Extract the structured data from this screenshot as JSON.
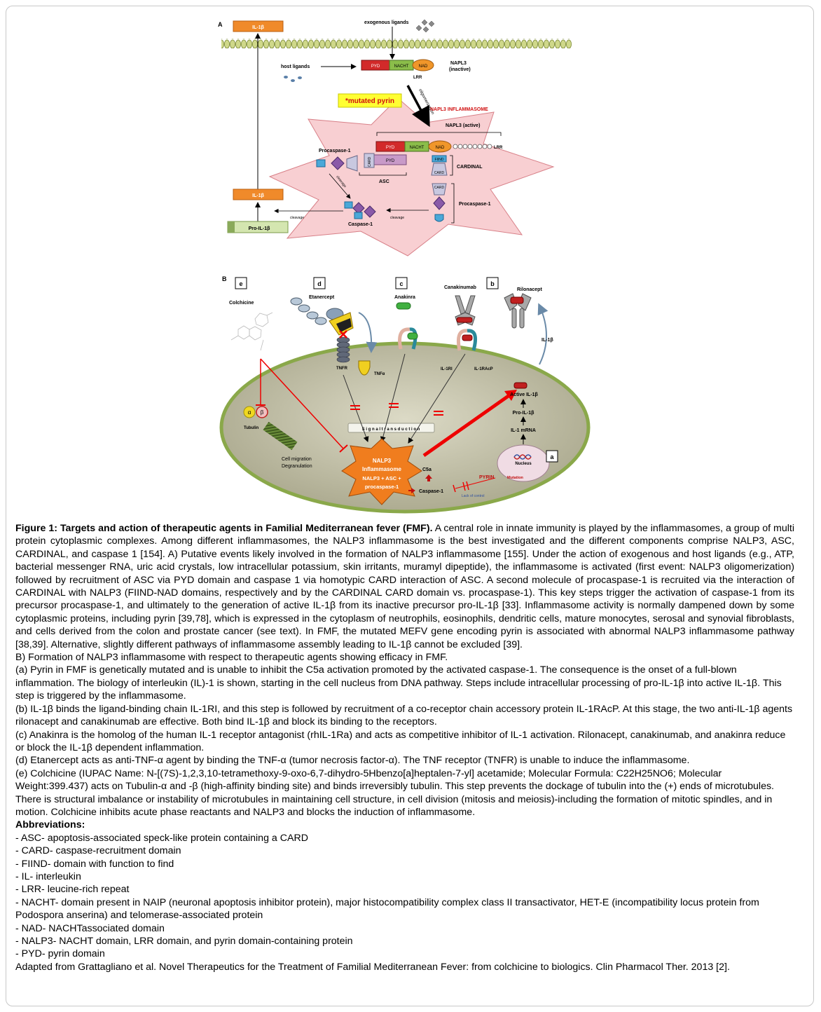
{
  "panel_a": {
    "label": "A",
    "exogenous_ligands": "exogenous ligands",
    "host_ligands": "host ligands",
    "il1b_top": "IL-1β",
    "il1b_mid": "IL-1β",
    "pro_il1b": "Pro-IL-1β",
    "pyd": "PYD",
    "nacht": "NACHT",
    "nad": "NAD",
    "lrr": "LRR",
    "napl3_inactive_1": "NAPL3",
    "napl3_inactive_2": "(inactive)",
    "mutated_pyrin": "*mutated pyrin",
    "oligomerization": "oligomerization",
    "inflammasome_label": "NAPL3 INFLAMMASOME",
    "napl3_active": "NAPL3 (active)",
    "procaspase1_left": "Procaspase-1",
    "procaspase1_right": "Procaspase-1",
    "card": "CARD",
    "fiind": "FIIND",
    "asc": "ASC",
    "cardinal": "CARDINAL",
    "cleavage_1": "cleavage",
    "cleavage_2": "cleavage",
    "cleavage_3": "cleavage",
    "caspase1": "Caspase-1"
  },
  "panel_b": {
    "label": "B",
    "tag_e": "e",
    "tag_d": "d",
    "tag_c": "c",
    "tag_b": "b",
    "tag_a": "a",
    "colchicine": "Colchicine",
    "etanercept": "Etanercept",
    "anakinra": "Anakinra",
    "canakinumab": "Canakinumab",
    "rilonacept": "Rilonacept",
    "il1b_out": "IL-1β",
    "tnfr": "TNFR",
    "tnfa": "TNFα",
    "il1ri": "IL-1RI",
    "il1racp": "IL-1RAcP",
    "alpha": "α",
    "beta": "β",
    "tubulin": "Tubulin",
    "cell_migration": "Cell migration",
    "degranulation": "Degranulation",
    "signal": "S i g n a l   t r a n s d u c t i o n",
    "nalp3_1": "NALP3",
    "nalp3_2": "Inflammasome",
    "nalp3_3": "NALP3 + ASC +",
    "nalp3_4": "procaspase-1",
    "c5a": "C5a",
    "caspase1": "Caspase-1",
    "active_il1b": "Active IL-1β",
    "pro_il1b": "Pro-IL-1β",
    "il1_mrna": "IL-1 mRNA",
    "nucleus": "Nucleus",
    "pyrin": "PYRIN",
    "mutation": "Mutation",
    "lack_of_control": "Lack of control"
  },
  "caption": {
    "title": "Figure 1: Targets and action of therapeutic agents in Familial Mediterranean fever (FMF).",
    "para_a": "A central role in innate immunity is played by the inflammasomes, a group of multi protein cytoplasmic complexes. Among different inflammasomes, the NALP3 inflammasome is the best investigated and the different components comprise NALP3, ASC, CARDINAL, and caspase 1 [154]. A) Putative events likely involved in the formation of NALP3 inflammasome [155]. Under the action of exogenous and host ligands (e.g., ATP, bacterial messenger RNA, uric acid crystals, low intracellular potassium, skin irritants, muramyl dipeptide), the inflammasome is activated (first event: NALP3 oligomerization) followed by recruitment of ASC via PYD domain and caspase 1 via homotypic CARD interaction of ASC. A second molecule of procaspase-1 is recruited via the interaction of CARDINAL with NALP3 (FIIND-NAD domains, respectively and by the CARDINAL CARD domain vs. procaspase-1). This key steps trigger the activation of caspase-1 from its precursor procaspase-1, and ultimately to the generation of active IL-1β from its inactive precursor pro-IL-1β [33]. Inflammasome activity is normally dampened down by some cytoplasmic proteins, including pyrin [39,78], which is expressed in the cytoplasm of neutrophils, eosinophils, dendritic cells, mature monocytes, serosal and synovial fibroblasts, and cells derived from the colon and prostate cancer (see text). In FMF, the mutated MEFV gene encoding pyrin is associated with abnormal NALP3 inflammasome pathway [38,39]. Alternative, slightly different pathways of inflammasome assembly leading to IL-1β cannot be excluded [39].",
    "b_intro": "B) Formation of NALP3 inflammasome with respect to therapeutic agents showing efficacy in FMF.",
    "b_a": "(a) Pyrin in FMF is genetically mutated and is unable to inhibit the C5a activation promoted by the activated caspase-1. The consequence is the onset of a full-blown inflammation. The biology of interleukin (IL)-1 is shown, starting in the cell nucleus from DNA pathway. Steps include intracellular processing of pro-IL-1β into active IL-1β. This step is triggered by the inflammasome.",
    "b_b": "(b) IL-1β binds the ligand-binding chain IL-1RI, and this step is followed by recruitment of a co-receptor chain accessory protein IL-1RAcP. At this stage, the two anti-IL-1β agents rilonacept and canakinumab are effective. Both bind IL-1β and block its binding to the receptors.",
    "b_c": "(c) Anakinra is the homolog of the human IL-1 receptor antagonist (rhIL-1Ra) and acts as competitive inhibitor of IL-1 activation. Rilonacept, canakinumab, and anakinra reduce or block the IL-1β dependent inflammation.",
    "b_d": "(d) Etanercept acts as anti-TNF-α agent by binding the TNF-α (tumor necrosis factor-α). The TNF receptor (TNFR) is unable to induce the inflammasome.",
    "b_e": "(e) Colchicine (IUPAC Name: N-[(7S)-1,2,3,10-tetramethoxy-9-oxo-6,7-dihydro-5Hbenzo[a]heptalen-7-yl] acetamide; Molecular Formula: C22H25NO6; Molecular Weight:399.437) acts on Tubulin-α and -β (high-affinity binding site) and binds irreversibly tubulin. This step prevents the dockage of tubulin into the (+) ends of microtubules.",
    "b_struct": "There is structural imbalance or instability of microtubules in maintaining cell structure, in cell division (mitosis and meiosis)-including the formation of mitotic spindles, and in motion. Colchicine inhibits acute phase reactants and NALP3 and blocks the induction of inflammasome.",
    "abbrev_title": "Abbreviations:",
    "abbreviations": [
      "- ASC- apoptosis-associated speck-like protein containing a CARD",
      "- CARD- caspase-recruitment domain",
      "- FIIND- domain with function to find",
      "- IL- interleukin",
      "- LRR- leucine-rich repeat",
      "- NACHT- domain present in NAIP (neuronal apoptosis inhibitor protein), major histocompatibility complex class II transactivator, HET-E (incompatibility locus protein from Podospora anserina) and telomerase-associated protein",
      "- NAD- NACHTassociated domain",
      "- NALP3- NACHT domain, LRR domain, and pyrin domain-containing protein",
      "- PYD- pyrin domain"
    ],
    "adapted": "Adapted from Grattagliano et al. Novel Therapeutics for the Treatment of Familial Mediterranean Fever: from colchicine to biologics. Clin Pharmacol Ther. 2013 [2]."
  }
}
